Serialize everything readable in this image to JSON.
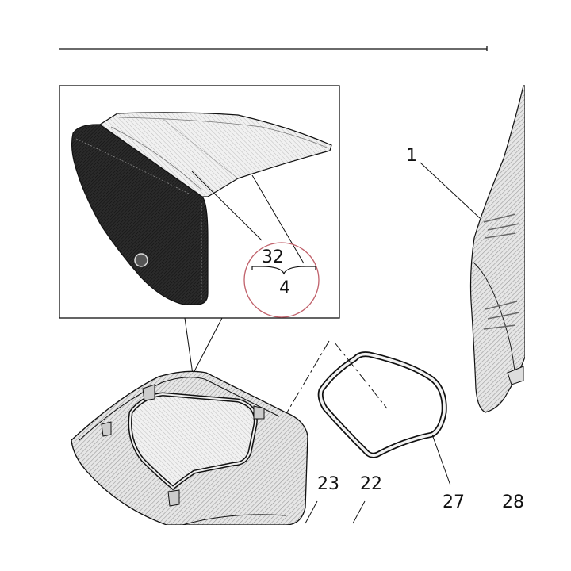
{
  "diagram": {
    "callouts": {
      "c32": "32",
      "c4": "4",
      "c1": "1",
      "c23": "23",
      "c22": "22",
      "c27": "27",
      "c28": "28"
    },
    "colors": {
      "line": "#111111",
      "hatch_light": "#cfcfcf",
      "hatch_dark": "#9a9a9a",
      "cover_dark": "#161616",
      "highlight_circle": "#c0606a"
    }
  }
}
